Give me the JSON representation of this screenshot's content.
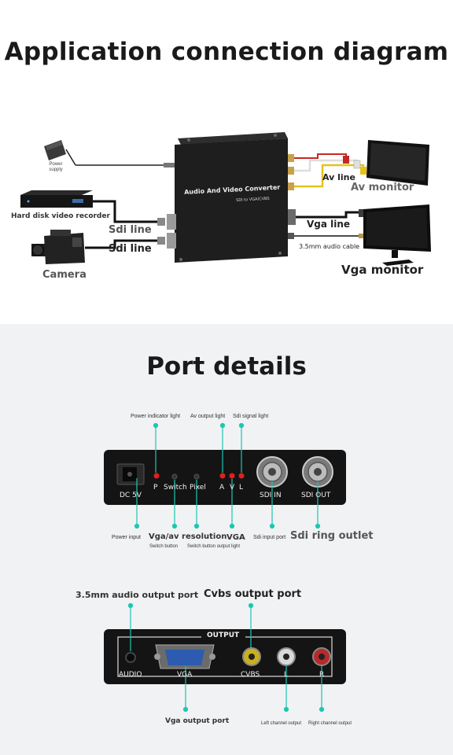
{
  "section1": {
    "title": "Application connection diagram",
    "device": {
      "name": "Audio And Video Converter",
      "sub": "SDI to VGA/CVBS"
    },
    "labels": {
      "power_supply": "Power supply",
      "hdd_recorder": "Hard disk video recorder",
      "sdi_line_1": "Sdi line",
      "sdi_line_2": "Sdi line",
      "camera": "Camera",
      "av_line": "Av line",
      "av_monitor": "Av monitor",
      "vga_line": "Vga line",
      "audio_cable": "3.5mm audio cable",
      "vga_monitor": "Vga monitor"
    }
  },
  "section2": {
    "title": "Port details",
    "front_panel": {
      "dc": "DC 5V",
      "p": "P",
      "switch": "Switch",
      "pixel": "Pixel",
      "a": "A",
      "v": "V",
      "l": "L",
      "sdi_in": "SDI IN",
      "sdi_out": "SDI OUT"
    },
    "front_callouts": {
      "power_indicator": "Power indicator light",
      "av_output_light": "Av output light",
      "sdi_signal_light": "Sdi signal light",
      "power_input": "Power input",
      "vga_av_resolution": "Vga/av resolution",
      "switch_button": "Switch button",
      "switch_button_output": "Switch button output light",
      "vga": "VGA",
      "sdi_input_port": "Sdi input port",
      "sdi_ring_outlet": "Sdi ring outlet"
    },
    "back_panel": {
      "output": "OUTPUT",
      "audio": "AUDIO",
      "vga": "VGA",
      "cvbs": "CVBS",
      "l": "L",
      "r": "R"
    },
    "back_callouts": {
      "audio_port": "3.5mm audio output port",
      "cvbs_port": "Cvbs output port",
      "vga_port": "Vga output port",
      "left_channel": "Left channel output",
      "right_channel": "Right channel output"
    }
  },
  "colors": {
    "callout": "#1bc8b0",
    "panel": "#141414",
    "led": "#e02020"
  }
}
